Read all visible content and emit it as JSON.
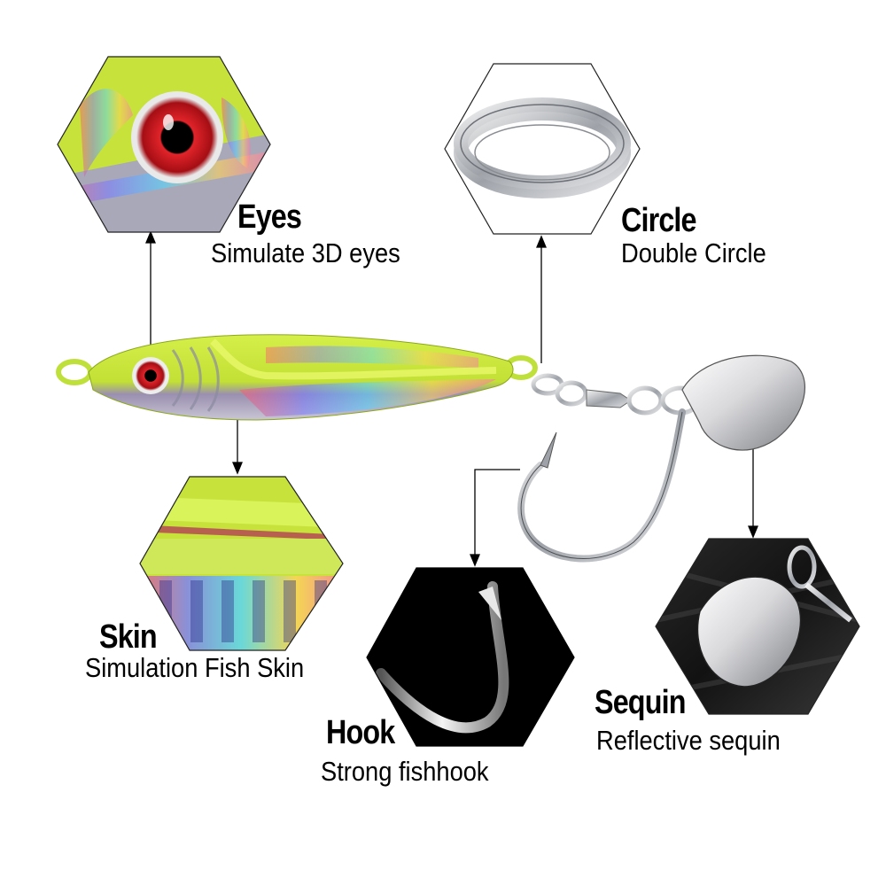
{
  "features": [
    {
      "title": "Eyes",
      "description": "Simulate 3D eyes"
    },
    {
      "title": "Circle",
      "description": "Double Circle"
    },
    {
      "title": "Skin",
      "description": "Simulation Fish Skin"
    },
    {
      "title": "Hook",
      "description": "Strong fishhook"
    },
    {
      "title": "Sequin",
      "description": "Reflective sequin"
    }
  ],
  "colors": {
    "lure_green": "#c8e63c",
    "lure_dark_green": "#9cbf1a",
    "eye_red": "#c0181a",
    "metal": "#b9bcc0",
    "dark_panel": "#1a1a1a",
    "text": "#000000"
  },
  "icons": [
    "eye-closeup",
    "split-ring",
    "fish-skin-closeup",
    "fishhook-closeup",
    "spinner-blade-closeup"
  ]
}
